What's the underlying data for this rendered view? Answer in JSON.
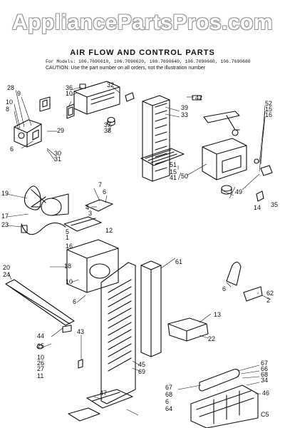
{
  "watermark": "AppliancePartsPros.com",
  "title": "AIR FLOW AND CONTROL PARTS",
  "models_line": "For Models: 106.7690610, 106.7690620, 106.7690640, 106.7690660, 106.7690680",
  "caution_line": "CAUTION: Use the part number on all orders, not the illustration number",
  "corner_code": "C5",
  "callouts": [
    "28",
    "9",
    "10",
    "8",
    "36",
    "10",
    "32",
    "42",
    "39",
    "33",
    "52",
    "15",
    "16",
    "29",
    "6",
    "30",
    "31",
    "37",
    "38",
    "51",
    "15",
    "41",
    "50",
    "49",
    "14",
    "35",
    "19",
    "17",
    "23",
    "7",
    "6",
    "4",
    "3",
    "5",
    "1",
    "16",
    "12",
    "18",
    "10",
    "6",
    "20",
    "24",
    "61",
    "6",
    "62",
    "2",
    "13",
    "22",
    "44",
    "25",
    "10",
    "26",
    "27",
    "11",
    "43",
    "45",
    "69",
    "67",
    "66",
    "68",
    "34",
    "67",
    "68",
    "6",
    "64",
    "46",
    "47"
  ]
}
